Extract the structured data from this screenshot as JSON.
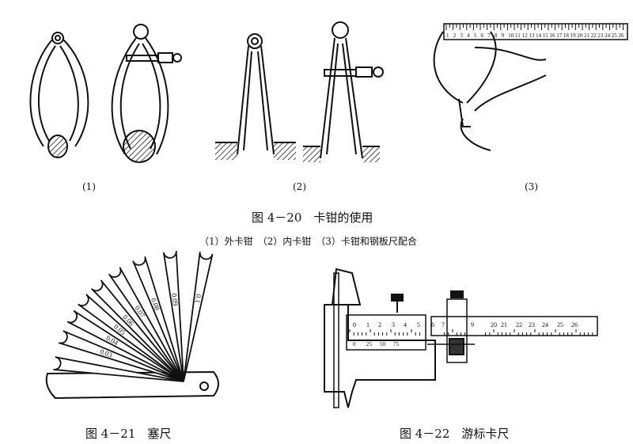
{
  "figure_4_20": {
    "caption": "图 4－20　卡钳的使用",
    "subcaption": "（1）外卡钳　（2）内卡钳　（3）卡钳和钢板尺配合",
    "labels": [
      "(1)",
      "(2)",
      "(3)"
    ],
    "ruler_numbers": [
      "1",
      "2",
      "3",
      "4",
      "5",
      "6",
      "7",
      "8",
      "9",
      "10",
      "11",
      "12",
      "13",
      "14",
      "15",
      "16",
      "17",
      "18",
      "19",
      "20",
      "21",
      "22",
      "23",
      "24",
      "25",
      "26"
    ]
  },
  "figure_4_21": {
    "caption": "图 4－21　塞尺",
    "blade_labels": [
      "0.03",
      "0.04",
      "0.05",
      "0.06",
      "0.07",
      "0.08",
      "0.09",
      "0.1"
    ]
  },
  "figure_4_22": {
    "caption": "图 4－22　游标卡尺",
    "main_scale": [
      "0",
      "1",
      "2",
      "3",
      "4",
      "5",
      "6",
      "7",
      "9",
      "20",
      "21",
      "22",
      "23",
      "24",
      "25",
      "26"
    ],
    "vernier_scale": [
      "0",
      "25",
      "50",
      "75"
    ]
  }
}
